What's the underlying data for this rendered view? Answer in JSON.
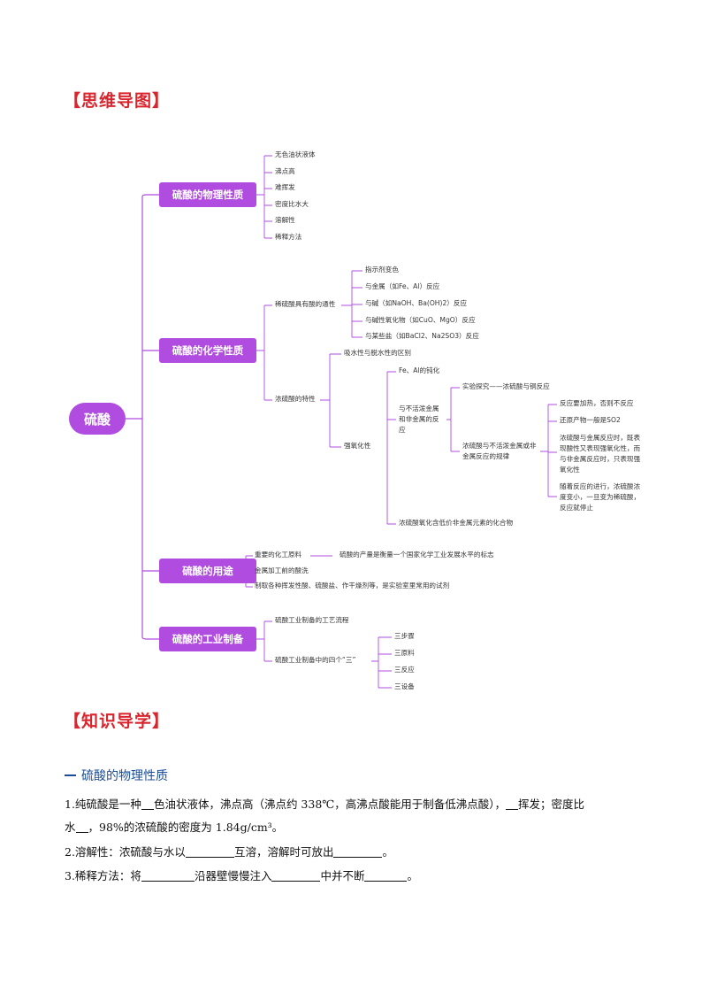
{
  "sections": {
    "mindmap_title": "【思维导图】",
    "knowledge_title": "【知识导学】"
  },
  "mindmap": {
    "root": "硫酸",
    "phys": {
      "label": "硫酸的物理性质",
      "items": [
        "无色油状液体",
        "沸点高",
        "难挥发",
        "密度比水大",
        "溶解性",
        "稀释方法"
      ]
    },
    "chem": {
      "label": "硫酸的化学性质",
      "dilute": {
        "label": "稀硫酸具有酸的通性",
        "items": [
          "指示剂变色",
          "与金属（如Fe、Al）反应",
          "与碱（如NaOH、Ba(OH)2）反应",
          "与碱性氧化物（如CuO、MgO）反应",
          "与某些盐（如BaCl2、Na2SO3）反应"
        ]
      },
      "conc": {
        "label": "浓硫酸的特性",
        "dehydrate": "吸水性与脱水性的区别",
        "oxid": {
          "label": "强氧化性",
          "passivation": "Fe、Al的钝化",
          "inactive": {
            "label": "与不活泼金属和非金属的反应",
            "experiment": "实验探究——浓硫酸与铜反应",
            "rule": {
              "label": "浓硫酸与不活泼金属或非金属反应的规律",
              "items": [
                "反应要加热，否则不反应",
                "还原产物一般是SO2",
                "浓硫酸与金属反应时，既表现酸性又表现强氧化性，而与非金属反应时，只表现强氧化性",
                "随着反应的进行，浓硫酸浓度变小，一旦变为稀硫酸，反应就停止"
              ]
            }
          },
          "low_valence": "浓硫酸氧化含低价非金属元素的化合物"
        }
      }
    },
    "uses": {
      "label": "硫酸的用途",
      "items": [
        "重要的化工原料",
        "金属加工前的酸洗",
        "制取各种挥发性酸、硫酸盐、作干燥剂等，是实验室里常用的试剂"
      ],
      "indicator": "硫酸的产量是衡量一个国家化学工业发展水平的标志"
    },
    "industry": {
      "label": "硫酸的工业制备",
      "flow": "硫酸工业制备的工艺流程",
      "three": {
        "label": "硫酸工业制备中的四个“三”",
        "items": [
          "三步骤",
          "三原料",
          "三反应",
          "三设备"
        ]
      }
    }
  },
  "knowledge": {
    "heading": "硫酸的物理性质",
    "line1a": "1.纯硫酸是一种",
    "line1b": "色油状液体，沸点高（沸点约 338℃，高沸点酸能用于制备低沸点酸），",
    "line1c": "挥发；密度比",
    "line2a": "水",
    "line2b": "，98%的浓硫酸的密度为 1.84g/cm³。",
    "line3a": "2.溶解性：浓硫酸与水以",
    "line3b": "互溶，溶解时可放出",
    "line3c": "。",
    "line4a": "3.稀释方法：将",
    "line4b": "沿器壁慢慢注入",
    "line4c": "中并不断",
    "line4d": "。"
  },
  "colors": {
    "accent": "#b04ce0",
    "title_red": "#d9262e",
    "heading_blue": "#1a4d9a"
  }
}
